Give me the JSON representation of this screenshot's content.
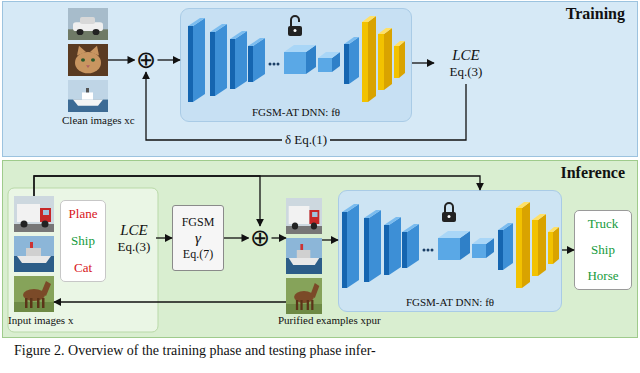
{
  "diagram": {
    "caption": "Figure 2. Overview of the training phase and testing phase infer-",
    "nodes": [
      {
        "text": [
          "Training"
        ]
      },
      {
        "text": [
          "Clean images xc"
        ],
        "in": 0
      },
      {
        "text": [
          "⊕"
        ],
        "in": 0
      },
      {
        "text": [
          "FGSM-AT DNN: fθ"
        ],
        "in": 0
      },
      {
        "text": [
          "LCE",
          "Eq.(3)"
        ],
        "in": 0
      },
      {
        "text": [
          "Inference"
        ]
      },
      {
        "text": [
          "Input images x"
        ],
        "in": 5
      },
      {
        "text": [
          "Plane",
          "Ship",
          "Cat"
        ],
        "in": 5
      },
      {
        "text": [
          "LCE",
          "Eq.(3)"
        ],
        "in": 5
      },
      {
        "text": [
          "FGSM",
          "γ",
          "Eq.(7)"
        ],
        "in": 5
      },
      {
        "text": [
          "⊕"
        ],
        "in": 5
      },
      {
        "text": [
          "Purified examples xpur"
        ],
        "in": 5
      },
      {
        "text": [
          "FGSM-AT DNN: fθ"
        ],
        "in": 5
      },
      {
        "text": [
          "Truck",
          "Ship",
          "Horse"
        ],
        "in": 5
      }
    ],
    "edges": [
      {
        "from": 1,
        "to": 2,
        "arrow": "to"
      },
      {
        "from": 2,
        "to": 3,
        "arrow": "to"
      },
      {
        "from": 3,
        "to": 4,
        "arrow": "to"
      },
      {
        "from": 4,
        "to": 2,
        "label": "δ Eq.(1)",
        "arrow": "to"
      },
      {
        "from": 8,
        "to": 9,
        "arrow": "to"
      },
      {
        "from": 9,
        "to": 10,
        "arrow": "to"
      },
      {
        "from": 10,
        "to": 11,
        "arrow": "to"
      },
      {
        "from": 11,
        "to": 12,
        "arrow": "to"
      },
      {
        "from": 12,
        "to": 13,
        "arrow": "to"
      },
      {
        "from": 6,
        "to": 10,
        "arrow": "to"
      },
      {
        "from": 6,
        "to": 12,
        "arrow": "to"
      },
      {
        "from": 11,
        "to": 6,
        "arrow": "to"
      }
    ]
  }
}
